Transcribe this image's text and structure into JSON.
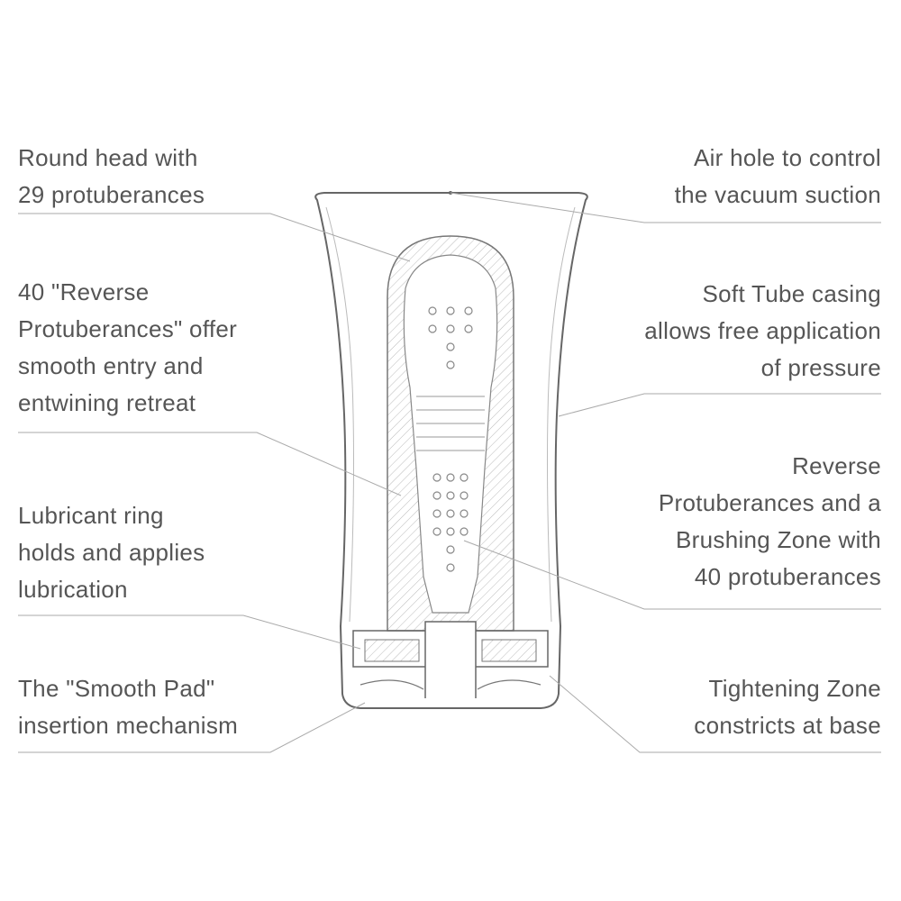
{
  "labels": {
    "round_head": [
      "Round head with",
      "29 protuberances"
    ],
    "reverse_protuberances": [
      "40 \"Reverse",
      "Protuberances\" offer",
      "smooth entry and",
      "entwining retreat"
    ],
    "lubricant_ring": [
      "Lubricant ring",
      "holds and applies",
      "lubrication"
    ],
    "smooth_pad": [
      "The \"Smooth Pad\"",
      "insertion mechanism"
    ],
    "air_hole": [
      "Air hole to control",
      "the vacuum suction"
    ],
    "soft_tube": [
      "Soft Tube casing",
      "allows free application",
      "of pressure"
    ],
    "brushing_zone": [
      "Reverse",
      "Protuberances and a",
      "Brushing Zone with",
      "40 protuberances"
    ],
    "tightening_zone": [
      "Tightening Zone",
      "constricts at base"
    ]
  },
  "colors": {
    "text": "#555555",
    "line": "#9a9a9a",
    "drawing": "#666666"
  }
}
